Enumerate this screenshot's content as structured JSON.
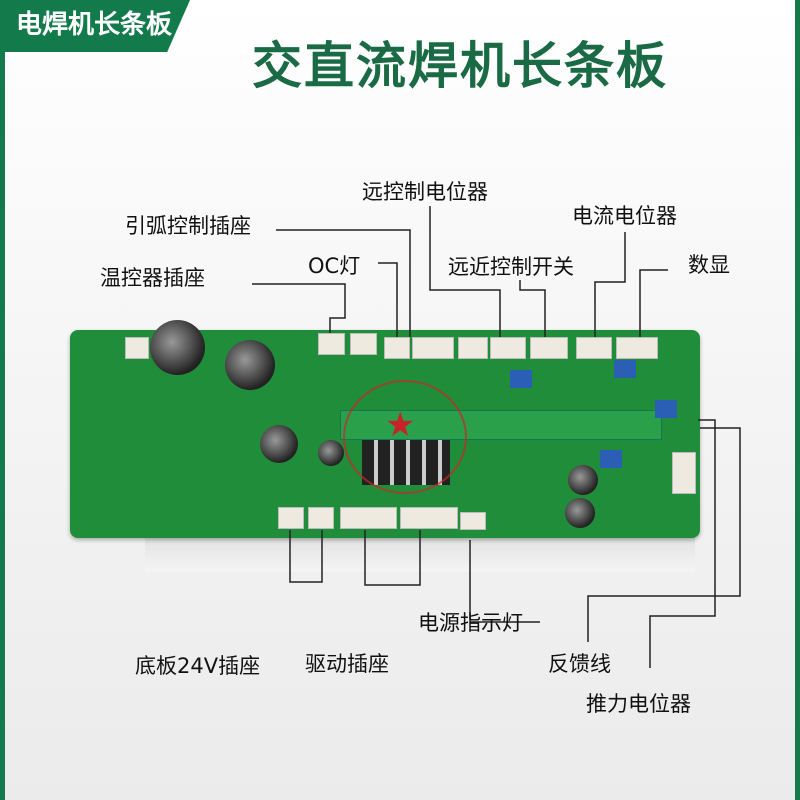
{
  "banner": {
    "text": "电焊机长条板"
  },
  "title": "交直流焊机长条板",
  "colors": {
    "brand_green": "#137a4c",
    "title_green": "#1a6a45",
    "pcb_green": "#1f8d3a"
  },
  "labels": {
    "remote_pot": "远控制电位器",
    "arc_socket": "引弧控制插座",
    "current_pot": "电流电位器",
    "oc_light": "OC灯",
    "remote_switch": "远近控制开关",
    "display": "数显",
    "thermostat_socket": "温控器插座",
    "power_light": "电源指示灯",
    "base_24v_socket": "底板24V插座",
    "drive_socket": "驱动插座",
    "feedback_wire": "反馈线",
    "thrust_pot": "推力电位器"
  }
}
